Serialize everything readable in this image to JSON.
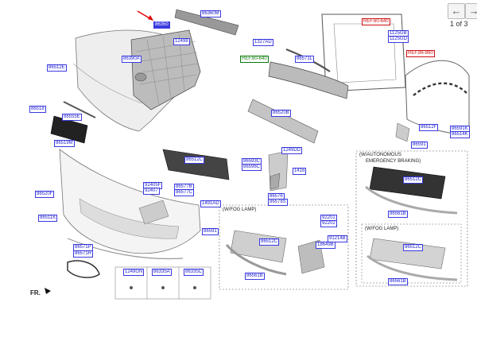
{
  "nav": {
    "prev_label": "←",
    "next_label": "→",
    "page_indicator": "1 of 3"
  },
  "colors": {
    "callout": "#1a1ad0",
    "ref": "#c11",
    "ref_alt": "#0a7a0a",
    "highlight_arrow": "#e00000"
  },
  "labels": [
    {
      "id": "86350",
      "text": "86350",
      "style": "hl"
    },
    {
      "id": "86360M",
      "text": "86360M",
      "style": "blue"
    },
    {
      "id": "12498",
      "text": "12498",
      "style": "blue"
    },
    {
      "id": "86390A",
      "text": "86390A",
      "style": "blue"
    },
    {
      "id": "86512E",
      "text": "86512E",
      "style": "blue"
    },
    {
      "id": "86518",
      "text": "86518",
      "style": "blue"
    },
    {
      "id": "86555E",
      "text": "86555E",
      "style": "blue"
    },
    {
      "id": "86519M",
      "text": "86519M",
      "style": "blue"
    },
    {
      "id": "86520F",
      "text": "86520F",
      "style": "blue"
    },
    {
      "id": "86511K",
      "text": "86511K",
      "style": "blue"
    },
    {
      "id": "86571P",
      "text": "86571P",
      "style": "blue"
    },
    {
      "id": "86571R",
      "text": "86571R",
      "style": "blue"
    },
    {
      "id": "1249GN",
      "text": "1249GN",
      "style": "blue"
    },
    {
      "id": "86335A",
      "text": "86335A",
      "style": "blue"
    },
    {
      "id": "86335C",
      "text": "86335C",
      "style": "blue"
    },
    {
      "id": "86512C-top",
      "text": "86512C",
      "style": "blue"
    },
    {
      "id": "92405F",
      "text": "92405F",
      "style": "blue"
    },
    {
      "id": "92407",
      "text": "92407",
      "style": "blue"
    },
    {
      "id": "86577B",
      "text": "86577B",
      "style": "blue"
    },
    {
      "id": "86577C",
      "text": "86577C",
      "style": "blue"
    },
    {
      "id": "1491AD",
      "text": "1491AD",
      "style": "blue"
    },
    {
      "id": "86591",
      "text": "86591",
      "style": "blue"
    },
    {
      "id": "1327AD",
      "text": "1327AD",
      "style": "blue"
    },
    {
      "id": "REF60-640-a",
      "text": "REF.60-640",
      "style": "grn"
    },
    {
      "id": "86571L",
      "text": "86571L",
      "style": "blue"
    },
    {
      "id": "REF60-640-b",
      "text": "REF.60-640",
      "style": "red"
    },
    {
      "id": "1125GB",
      "text": "1125GB",
      "style": "blue"
    },
    {
      "id": "1125GD",
      "text": "1125GD",
      "style": "blue"
    },
    {
      "id": "REF86-860",
      "text": "REF.86-860",
      "style": "red"
    },
    {
      "id": "86520B",
      "text": "86520B",
      "style": "blue"
    },
    {
      "id": "86593C",
      "text": "86593C",
      "style": "blue"
    },
    {
      "id": "86596C",
      "text": "86596C",
      "style": "blue"
    },
    {
      "id": "1249DD",
      "text": "1249DD",
      "style": "blue"
    },
    {
      "id": "1416",
      "text": "1416",
      "style": "blue"
    },
    {
      "id": "86576",
      "text": "86576",
      "style": "blue"
    },
    {
      "id": "86578S",
      "text": "86578S",
      "style": "blue"
    },
    {
      "id": "86512F",
      "text": "86512F",
      "style": "blue"
    },
    {
      "id": "86591K",
      "text": "86591K",
      "style": "blue"
    },
    {
      "id": "86514K",
      "text": "86514K",
      "style": "blue"
    },
    {
      "id": "86591",
      "text": "86591",
      "style": "blue"
    },
    {
      "id": "86512C-fog",
      "text": "86512C",
      "style": "blue"
    },
    {
      "id": "86561B-fog",
      "text": "86561B",
      "style": "blue"
    },
    {
      "id": "92201",
      "text": "92201",
      "style": "blue"
    },
    {
      "id": "92202",
      "text": "92202",
      "style": "blue"
    },
    {
      "id": "91214B",
      "text": "91214B",
      "style": "blue"
    },
    {
      "id": "18649B",
      "text": "18649B",
      "style": "blue"
    },
    {
      "id": "86512C-aeb",
      "text": "86512C",
      "style": "blue"
    },
    {
      "id": "86561B-aeb",
      "text": "86561B",
      "style": "blue"
    },
    {
      "id": "86512C-fog2",
      "text": "86512C",
      "style": "blue"
    },
    {
      "id": "86561B-fog2",
      "text": "86561B",
      "style": "blue"
    }
  ],
  "notes": {
    "fog_lamp": "(W/FOG LAMP)",
    "aeb_line1": "(W/AUTONOMOUS",
    "aeb_line2": "EMERGENCY BRAKING)",
    "fog_lamp_2": "(W/FOG LAMP)",
    "front": "FR."
  }
}
